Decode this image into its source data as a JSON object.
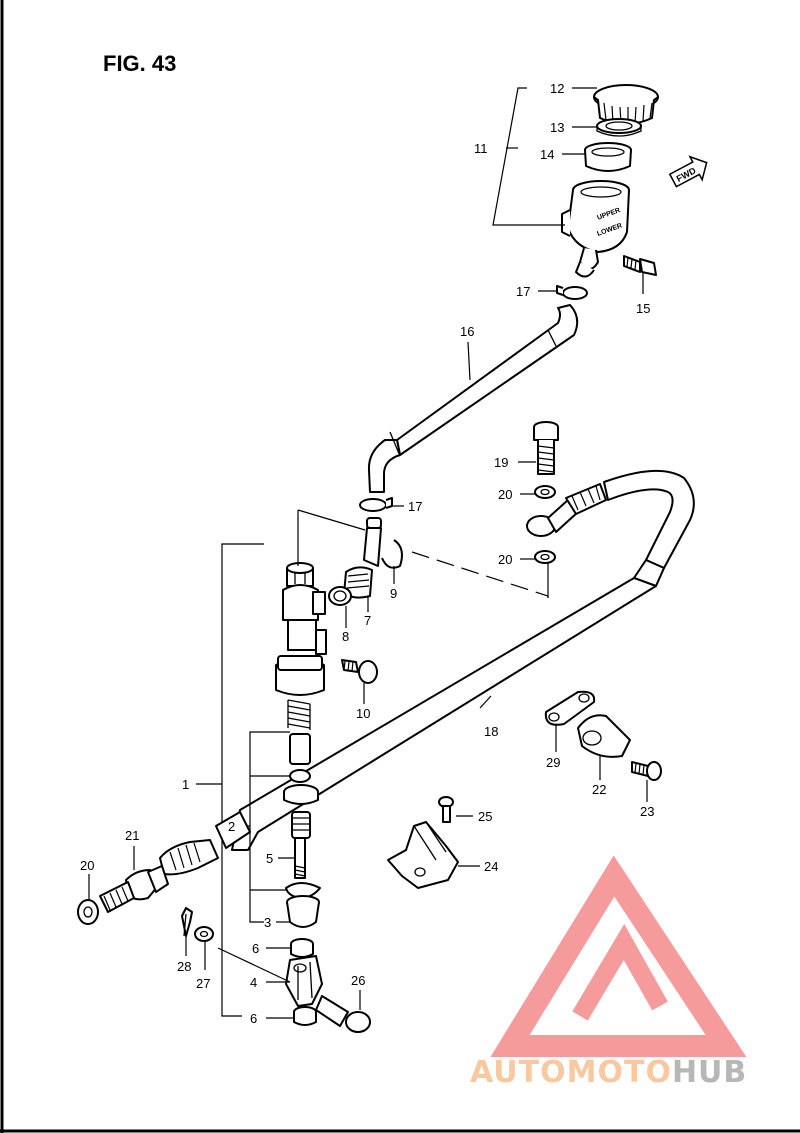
{
  "figure": {
    "title": "FIG. 43"
  },
  "fwd_label": "FWD",
  "reservoir_text": {
    "upper": "UPPER",
    "lower": "LOWER"
  },
  "watermark": {
    "part1": "AUTOMOTO",
    "part2": "HUB",
    "color1": "#f8c9a0",
    "color2": "#b7b7b7",
    "logo_color": "#f48a8a"
  },
  "callouts": [
    {
      "id": "c12",
      "label": "12"
    },
    {
      "id": "c13",
      "label": "13"
    },
    {
      "id": "c11",
      "label": "11"
    },
    {
      "id": "c14",
      "label": "14"
    },
    {
      "id": "c15",
      "label": "15"
    },
    {
      "id": "c17a",
      "label": "17"
    },
    {
      "id": "c16",
      "label": "16"
    },
    {
      "id": "c19",
      "label": "19"
    },
    {
      "id": "c20a",
      "label": "20"
    },
    {
      "id": "c17b",
      "label": "17"
    },
    {
      "id": "c20b",
      "label": "20"
    },
    {
      "id": "c9",
      "label": "9"
    },
    {
      "id": "c7",
      "label": "7"
    },
    {
      "id": "c8",
      "label": "8"
    },
    {
      "id": "c10",
      "label": "10"
    },
    {
      "id": "c18",
      "label": "18"
    },
    {
      "id": "c29",
      "label": "29"
    },
    {
      "id": "c22",
      "label": "22"
    },
    {
      "id": "c23",
      "label": "23"
    },
    {
      "id": "c1",
      "label": "1"
    },
    {
      "id": "c25",
      "label": "25"
    },
    {
      "id": "c2",
      "label": "2"
    },
    {
      "id": "c21",
      "label": "21"
    },
    {
      "id": "c5",
      "label": "5"
    },
    {
      "id": "c24",
      "label": "24"
    },
    {
      "id": "c20c",
      "label": "20"
    },
    {
      "id": "c3",
      "label": "3"
    },
    {
      "id": "c6a",
      "label": "6"
    },
    {
      "id": "c28",
      "label": "28"
    },
    {
      "id": "c27",
      "label": "27"
    },
    {
      "id": "c4",
      "label": "4"
    },
    {
      "id": "c26",
      "label": "26"
    },
    {
      "id": "c6b",
      "label": "6"
    }
  ]
}
